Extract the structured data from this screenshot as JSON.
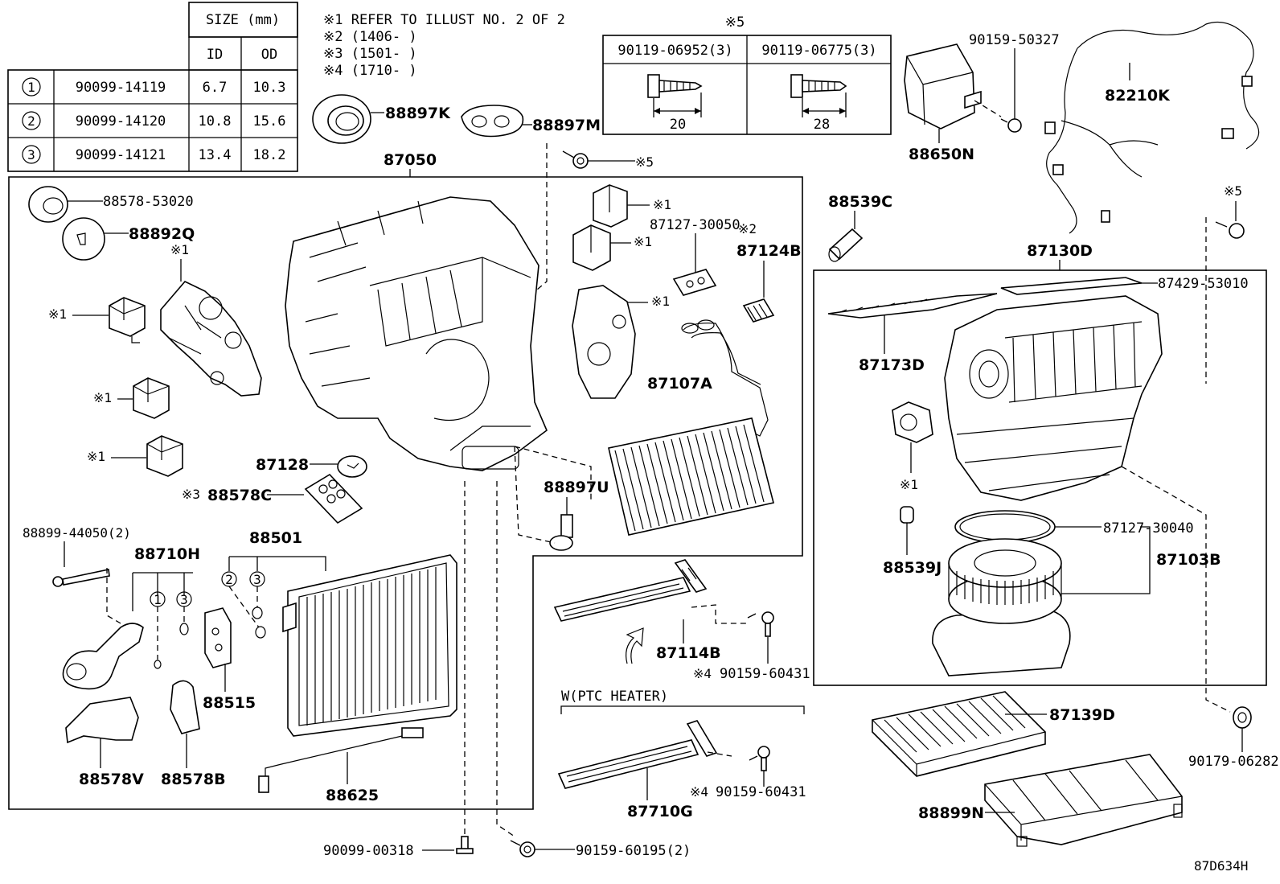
{
  "size_table": {
    "header": "SIZE (mm)",
    "col_id": "ID",
    "col_od": "OD",
    "rows": [
      {
        "num": "1",
        "part": "90099-14119",
        "id": "6.7",
        "od": "10.3"
      },
      {
        "num": "2",
        "part": "90099-14120",
        "id": "10.8",
        "od": "15.6"
      },
      {
        "num": "3",
        "part": "90099-14121",
        "id": "13.4",
        "od": "18.2"
      }
    ]
  },
  "notes": [
    "※1 REFER TO ILLUST NO. 2 OF 2",
    "※2 (1406-      )",
    "※3 (1501-      )",
    "※4 (1710-      )"
  ],
  "bolt_table": {
    "header": "※5",
    "cols": [
      {
        "part": "90119-06952(3)",
        "length": "20"
      },
      {
        "part": "90119-06775(3)",
        "length": "28"
      }
    ]
  },
  "labels": {
    "p88897K": "88897K",
    "p88897M": "88897M",
    "p87050": "87050",
    "p88578_53020": "88578-53020",
    "p88892Q": "88892Q",
    "p87127_30050": "87127-30050",
    "p87124B": "87124B",
    "p87107A": "87107A",
    "p87128": "87128",
    "p88578C": "88578C",
    "p88897U": "88897U",
    "p88899_44050": "88899-44050(2)",
    "p88710H": "88710H",
    "p88501": "88501",
    "p88515": "88515",
    "p88578V": "88578V",
    "p88578B": "88578B",
    "p88625": "88625",
    "p90099_00318": "90099-00318",
    "p90159_60195": "90159-60195(2)",
    "p87114B": "87114B",
    "p90159_60431a": "90159-60431",
    "p90159_60431b": "90159-60431",
    "ptc": "W(PTC HEATER)",
    "p87710G": "87710G",
    "p90159_50327": "90159-50327",
    "p88650N": "88650N",
    "p82210K": "82210K",
    "p88539C": "88539C",
    "p87130D": "87130D",
    "p87429_53010": "87429-53010",
    "p87173D": "87173D",
    "p88539J": "88539J",
    "p87127_30040": "87127-30040",
    "p87103B": "87103B",
    "p87139D": "87139D",
    "p88899N": "88899N",
    "p90179_06282": "90179-06282",
    "diagram_id": "87D634H"
  },
  "marks": {
    "m1": "※1",
    "m2": "※2",
    "m3": "※3",
    "m4": "※4",
    "m5": "※5"
  }
}
